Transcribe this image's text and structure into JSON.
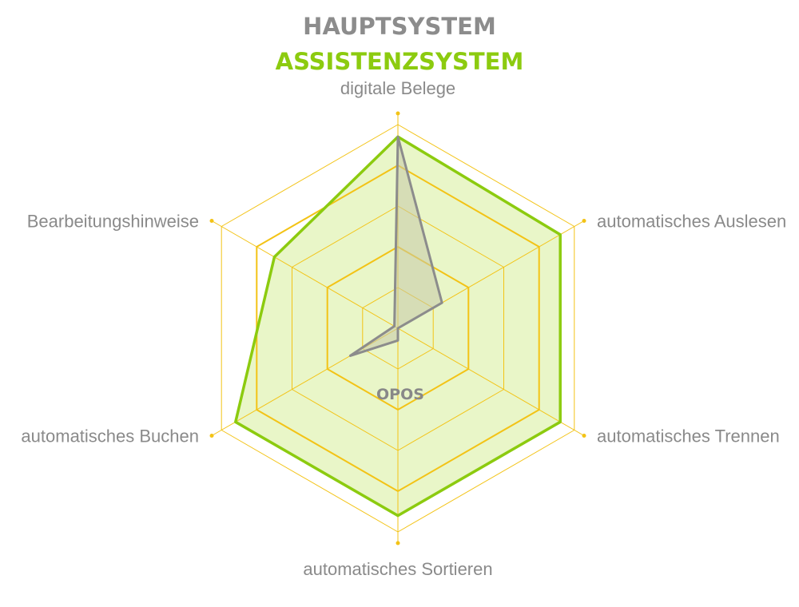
{
  "chart_data": {
    "type": "radar",
    "axes": [
      "digitale Belege",
      "automatisches Auslesen",
      "automatisches Trennen",
      "automatisches Sortieren",
      "automatisches Buchen",
      "Bearbeitungshinweise"
    ],
    "center_label": "OPOS",
    "range": [
      0,
      5
    ],
    "rings": 5,
    "series": [
      {
        "name": "HAUPTSYSTEM",
        "values": [
          4.7,
          1.25,
          0.0,
          0.3,
          1.35,
          0.1
        ],
        "color": "#8c8c8c"
      },
      {
        "name": "ASSISTENZSYSTEM",
        "values": [
          4.7,
          4.6,
          4.6,
          4.6,
          4.6,
          3.5
        ],
        "color": "#8ccb0f"
      }
    ],
    "colors": {
      "grid_ring": "#f3c316",
      "grid_axis": "#f3c316",
      "label": "#8a8a8a",
      "assist_fill": "#e9f6c8",
      "main_fill": "#c6c9a8"
    }
  }
}
